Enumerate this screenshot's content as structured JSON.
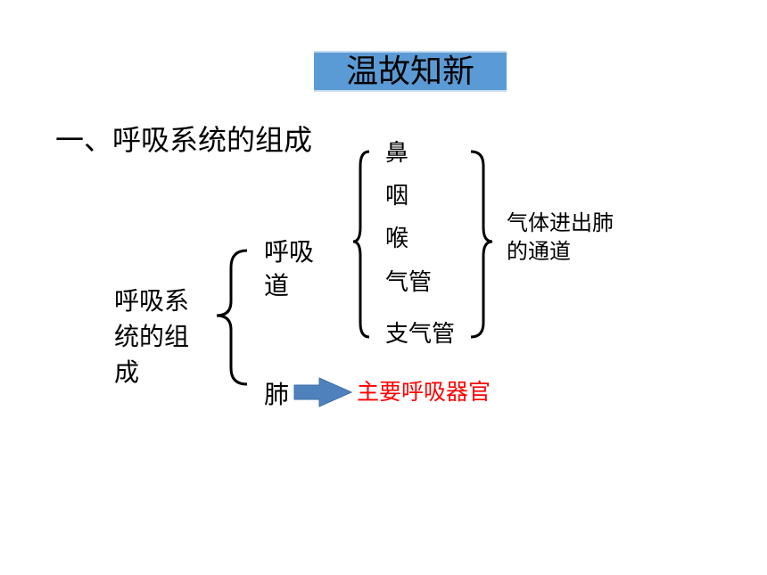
{
  "banner": {
    "title": "温故知新",
    "fill": "#5b9bd5"
  },
  "heading": "一、呼吸系统的组成",
  "system": {
    "whole": "呼吸系统的组成",
    "tract": "呼吸道",
    "lung": "肺",
    "tract_parts": [
      "鼻",
      "咽",
      "喉",
      "气管",
      "支气管"
    ],
    "tract_function": "气体进出肺的通道",
    "lung_function": "主要呼吸器官",
    "lung_function_color": "#ff0000",
    "arrow_color": "#4f81bd"
  }
}
